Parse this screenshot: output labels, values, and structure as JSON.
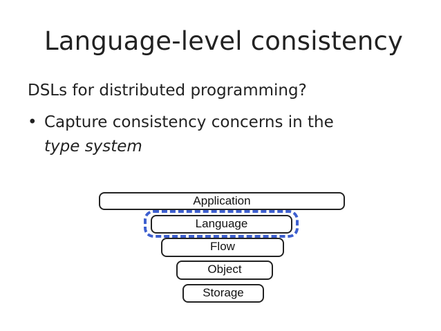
{
  "slide": {
    "title": "Language-level consistency",
    "intro": "DSLs for distributed programming?",
    "bullet_dot": "•",
    "bullet_line1": "Capture consistency concerns in the",
    "bullet_line2": "type system"
  },
  "stack": {
    "layers": [
      "Application",
      "Language",
      "Flow",
      "Object",
      "Storage"
    ],
    "highlighted_layer": "Language",
    "highlight_color": "#3d5fcf"
  }
}
